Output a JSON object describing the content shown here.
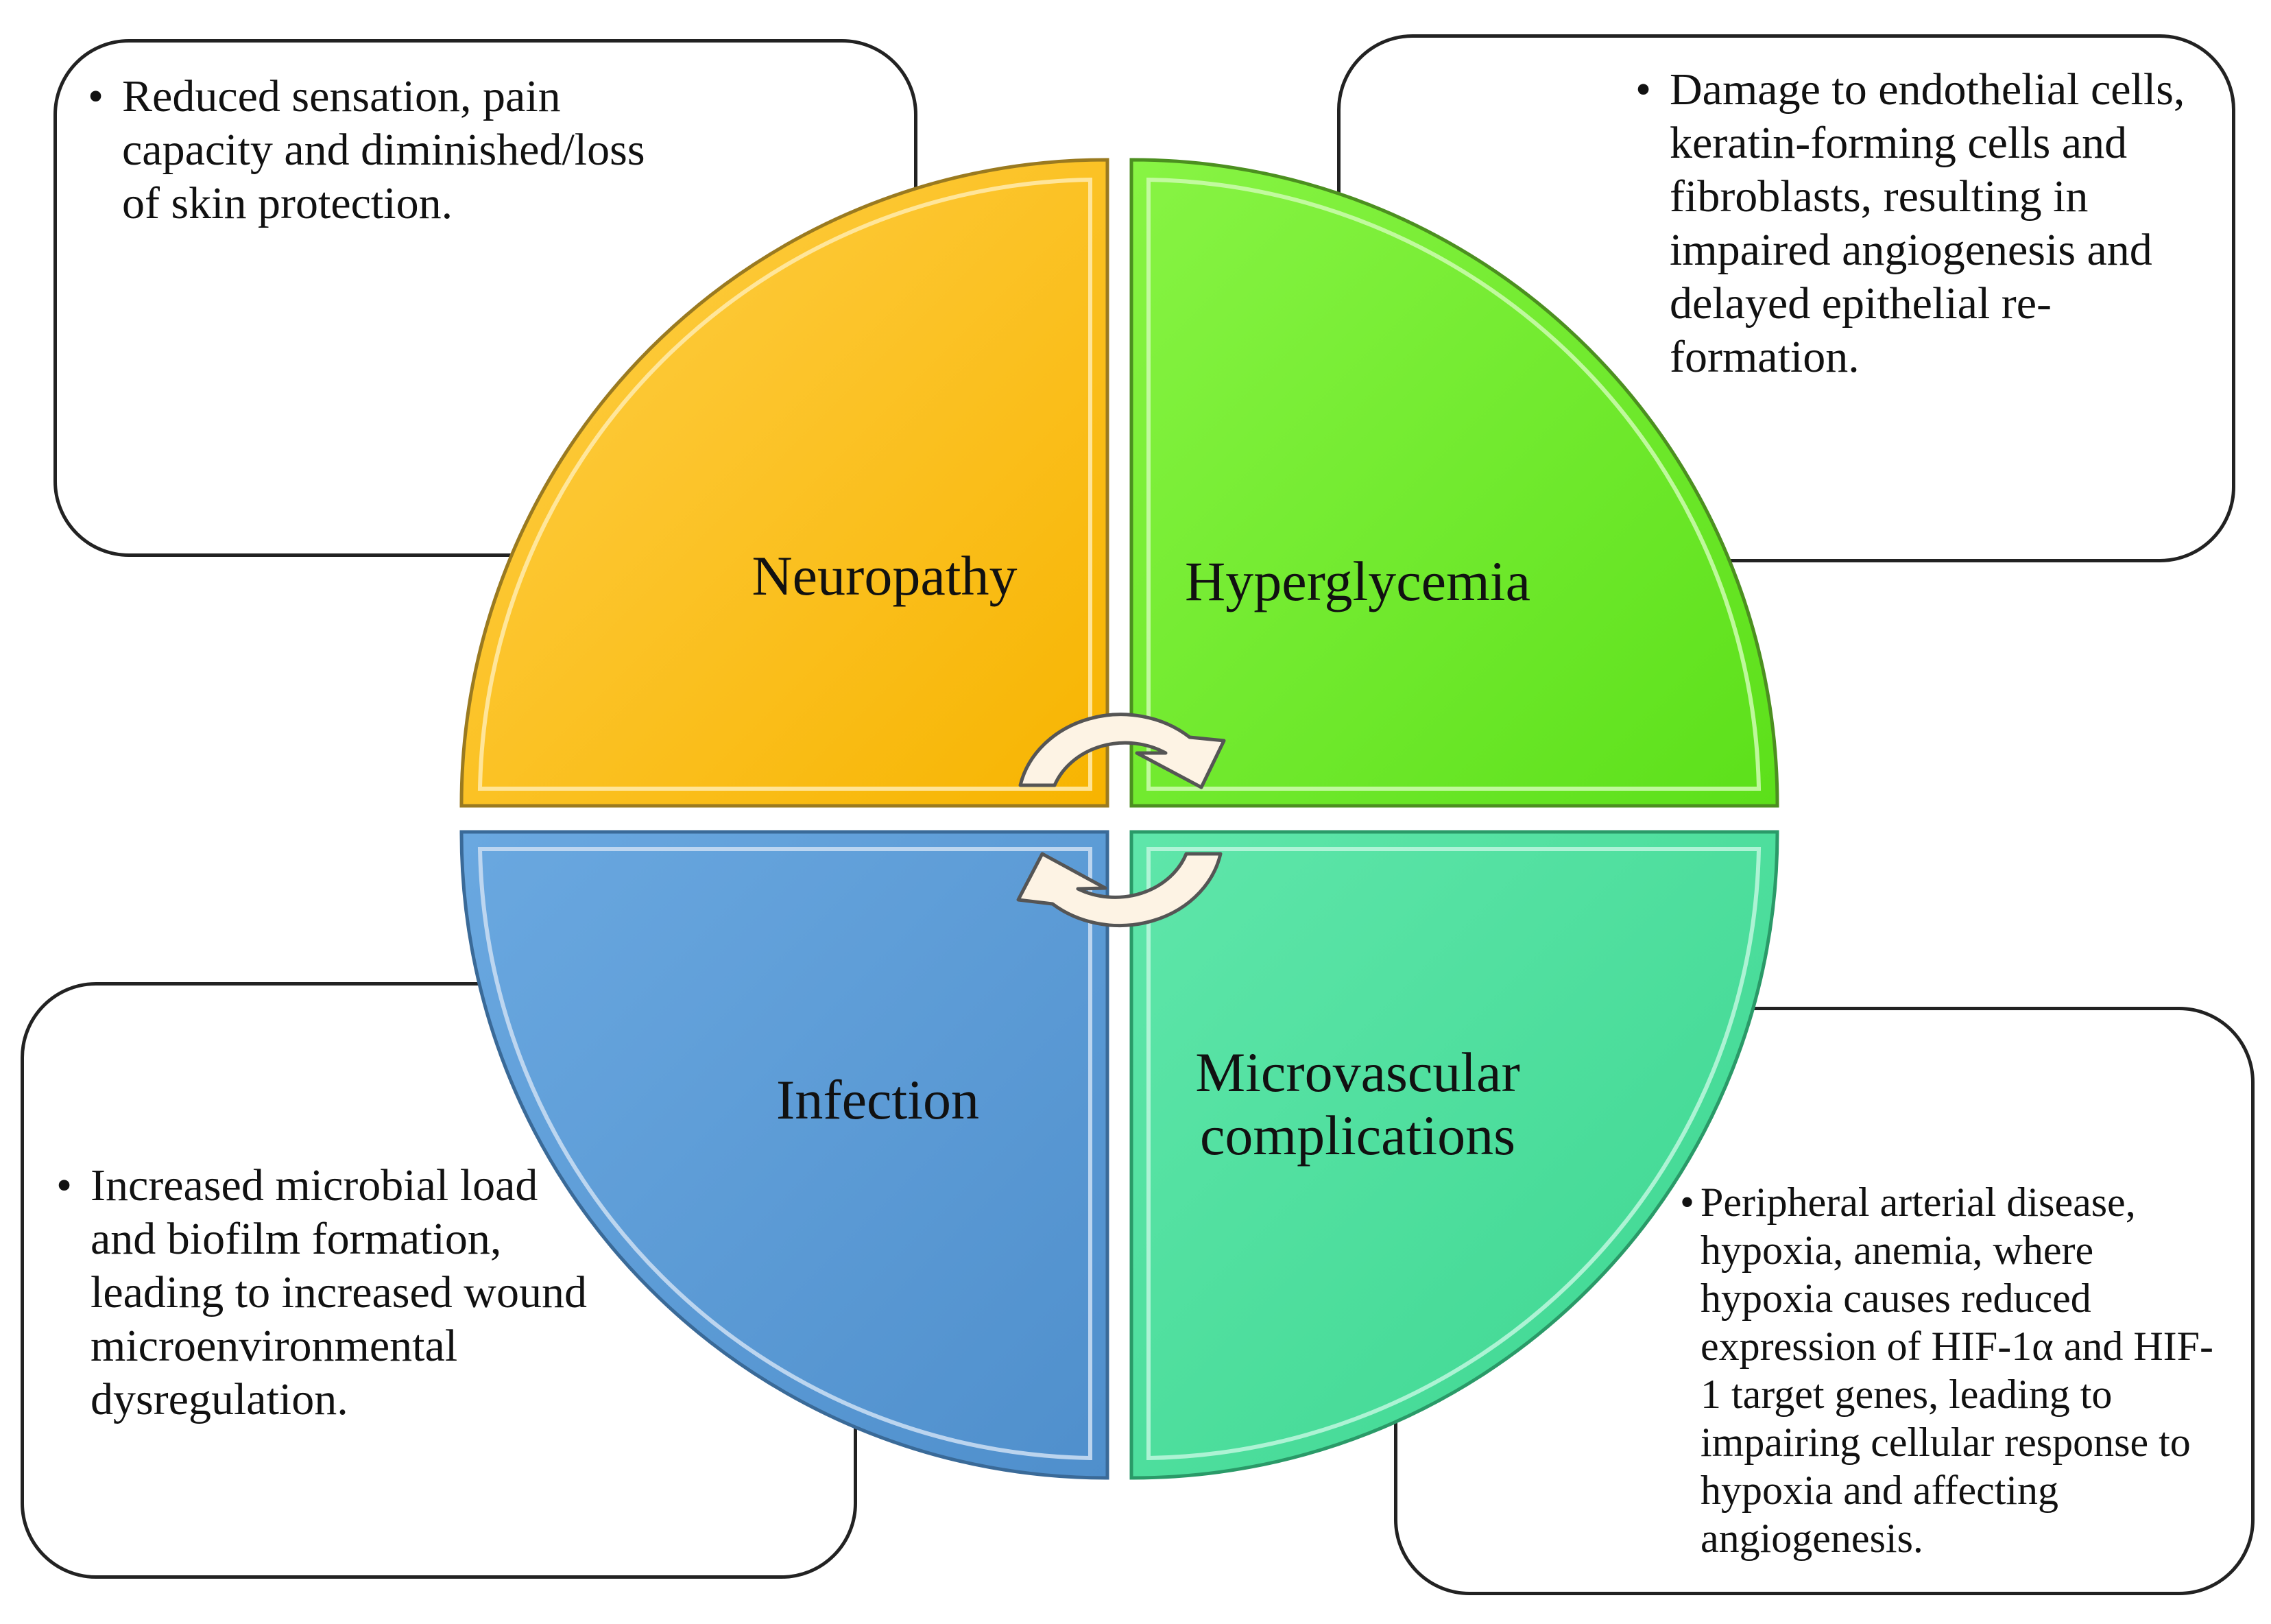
{
  "quadrants": {
    "neuropathy": {
      "label": "Neuropathy",
      "color": "#ffc000"
    },
    "hyperglycemia": {
      "label": "Hyperglycemia",
      "color": "#66ee22"
    },
    "infection": {
      "label": "Infection",
      "color": "#5b9bd5"
    },
    "microvascular": {
      "label_line1": "Microvascular",
      "label_line2": "complications",
      "color": "#44dd99"
    }
  },
  "boxes": {
    "neuropathy": {
      "bullet": "•",
      "text": "Reduced sensation, pain capacity and diminished/loss of skin protection."
    },
    "hyperglycemia": {
      "bullet": "•",
      "text": "Damage to endothelial cells, keratin-forming cells and fibroblasts, resulting in impaired angiogenesis and delayed epithelial re-formation."
    },
    "infection": {
      "bullet": "•",
      "text": "Increased microbial load and biofilm formation, leading to increased wound microenvironmental dysregulation."
    },
    "microvascular": {
      "bullet": "•",
      "text": "Peripheral arterial disease, hypoxia, anemia, where hypoxia causes reduced expression of HIF-1α and HIF-1 target genes, leading to impairing cellular response to hypoxia and affecting angiogenesis."
    }
  },
  "arrows": {
    "fill": "#fdf3e4",
    "stroke": "#555555"
  }
}
